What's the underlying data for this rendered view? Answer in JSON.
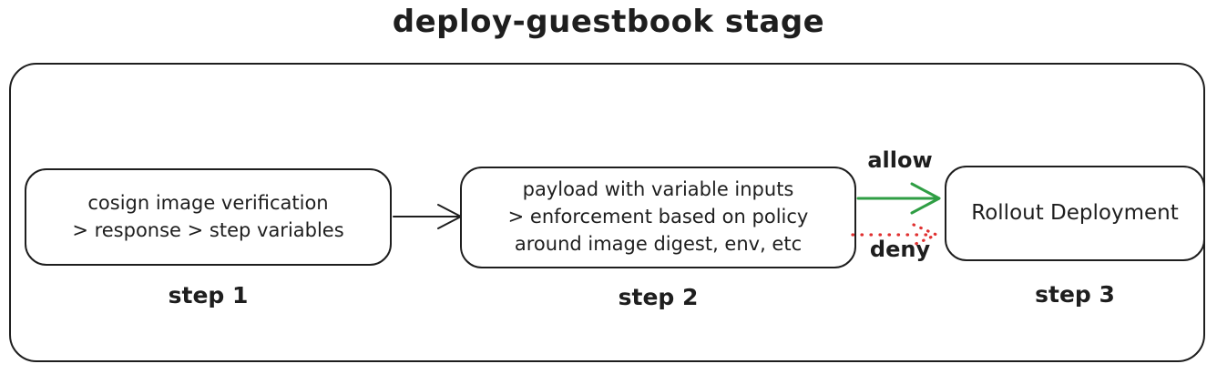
{
  "title": "deploy-guestbook stage",
  "colors": {
    "ink": "#1e1e1e",
    "allow_green": "#2f9e44",
    "deny_red": "#e03131",
    "background": "#ffffff"
  },
  "container": {
    "name": "deploy-guestbook stage"
  },
  "steps": [
    {
      "id": "step-1",
      "lines": [
        "cosign image verification",
        "> response > step variables"
      ],
      "label": "step 1"
    },
    {
      "id": "step-2",
      "lines": [
        "payload with variable inputs",
        "> enforcement based on policy",
        "around image digest, env, etc"
      ],
      "label": "step 2"
    },
    {
      "id": "step-3",
      "lines": [
        "Rollout Deployment"
      ],
      "label": "step 3"
    }
  ],
  "arrows": [
    {
      "from": "step-1",
      "to": "step-2",
      "style": "solid",
      "color": "#1e1e1e",
      "label": ""
    },
    {
      "from": "step-2",
      "to": "step-3",
      "style": "solid",
      "color": "#2f9e44",
      "label": "allow"
    },
    {
      "from": "step-2",
      "to": "step-3",
      "style": "dotted",
      "color": "#e03131",
      "label": "deny"
    }
  ]
}
